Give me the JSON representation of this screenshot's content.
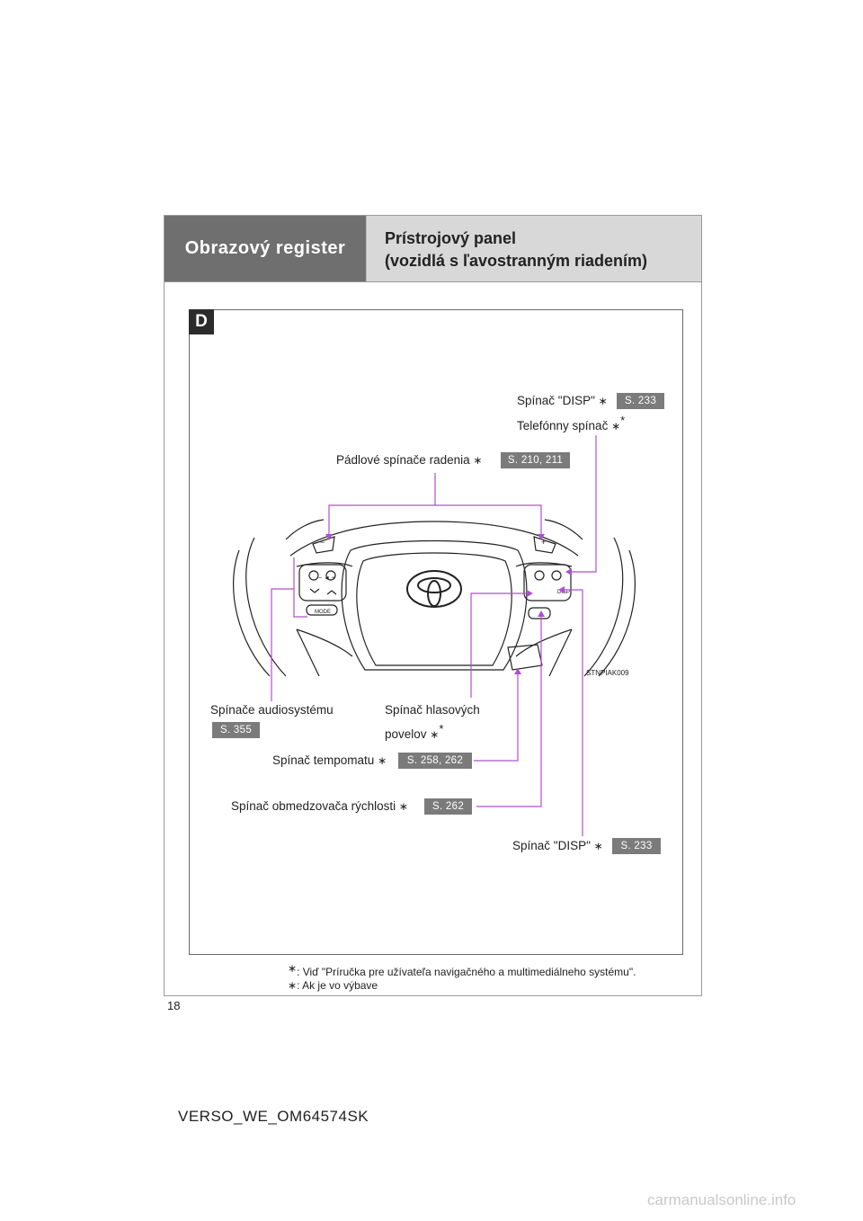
{
  "header": {
    "section": "Obrazový register",
    "title_line1": "Prístrojový panel",
    "title_line2": "(vozidlá s ľavostranným riadením)"
  },
  "panel_tag": "D",
  "image_code": "STNPIAK009",
  "callouts": {
    "disp_top": {
      "text": "Spínač \"DISP\" ",
      "ref": "S. 233"
    },
    "phone": {
      "text": "Telefónny spínač "
    },
    "paddle": {
      "text": "Pádlové spínače radenia ",
      "ref": "S. 210, 211"
    },
    "audio": {
      "text": "Spínače audiosystému",
      "ref": "S. 355"
    },
    "voice_l1": {
      "text": "Spínač hlasových"
    },
    "voice_l2": {
      "text": "povelov "
    },
    "cruise": {
      "text": "Spínač tempomatu ",
      "ref": "S. 258, 262"
    },
    "limiter": {
      "text": "Spínač obmedzovača rýchlosti ",
      "ref": "S. 262"
    },
    "disp_bottom": {
      "text": "Spínač \"DISP\" ",
      "ref": "S. 233"
    }
  },
  "footnotes": {
    "note1": ": Viď \"Príručka pre užívateľa navigačného a multimediálneho systému\".",
    "note2": ": Ak je vo výbave"
  },
  "page_number": "18",
  "doc_code": "VERSO_WE_OM64574SK",
  "watermark": "carmanualsonline.info",
  "colors": {
    "header_dark": "#6f6f6f",
    "header_light": "#d8d8d8",
    "leader": "#b04fcf",
    "ref_badge": "#7b7b7b"
  }
}
